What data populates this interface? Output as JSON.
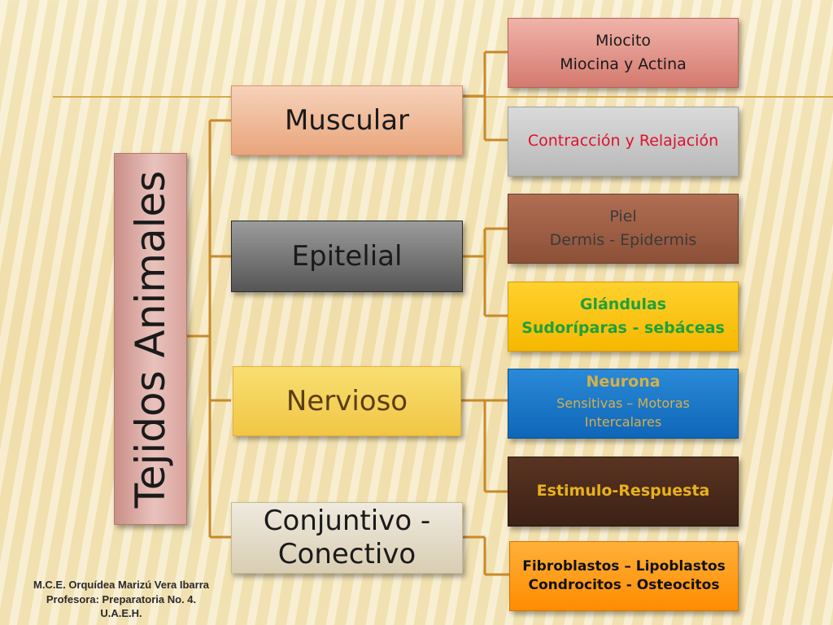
{
  "root": {
    "label": "Tejidos  Animales"
  },
  "categories": [
    {
      "label": "Muscular"
    },
    {
      "label": "Epitelial"
    },
    {
      "label": "Nervioso"
    },
    {
      "label": "Conjuntivo -",
      "label2": "Conectivo"
    }
  ],
  "leaves": [
    {
      "lines": [
        "Miocito",
        "Miocina y Actina"
      ],
      "text_color": "#1a1a1a",
      "bg": "#d9837a"
    },
    {
      "lines": [
        "Contracción y Relajación"
      ],
      "text_color": "#e0102a",
      "bg": "#c9c9c9"
    },
    {
      "lines": [
        "Piel",
        "Dermis - Epidermis"
      ],
      "text_color": "#3a3a3a",
      "bg": "#9c5e45"
    },
    {
      "lines": [
        "Glándulas",
        "Sudoríparas - sebáceas"
      ],
      "text_color": "#1fa03a",
      "bg": "#ffc400"
    },
    {
      "lines": [
        "Neurona",
        "Sensitivas – Motoras",
        "Intercalares"
      ],
      "text_color": "#d6b048",
      "bg": "#1a78c8"
    },
    {
      "lines": [
        "Estimulo-Respuesta"
      ],
      "text_color": "#e8b21c",
      "bg": "#4a2a1a"
    },
    {
      "lines": [
        "Fibroblastos – Lipoblastos",
        "Condrocitos - Osteocitos"
      ],
      "text_color": "#111111",
      "bg": "#ff9a00"
    }
  ],
  "footer": {
    "line1": "M.C.E. Orquídea Marizú Vera Ibarra",
    "line2": "Profesora: Preparatoria No. 4.",
    "line3": "U.A.E.H."
  },
  "colors": {
    "connector": "#c8892a",
    "accent_line": "#d9a94a"
  }
}
